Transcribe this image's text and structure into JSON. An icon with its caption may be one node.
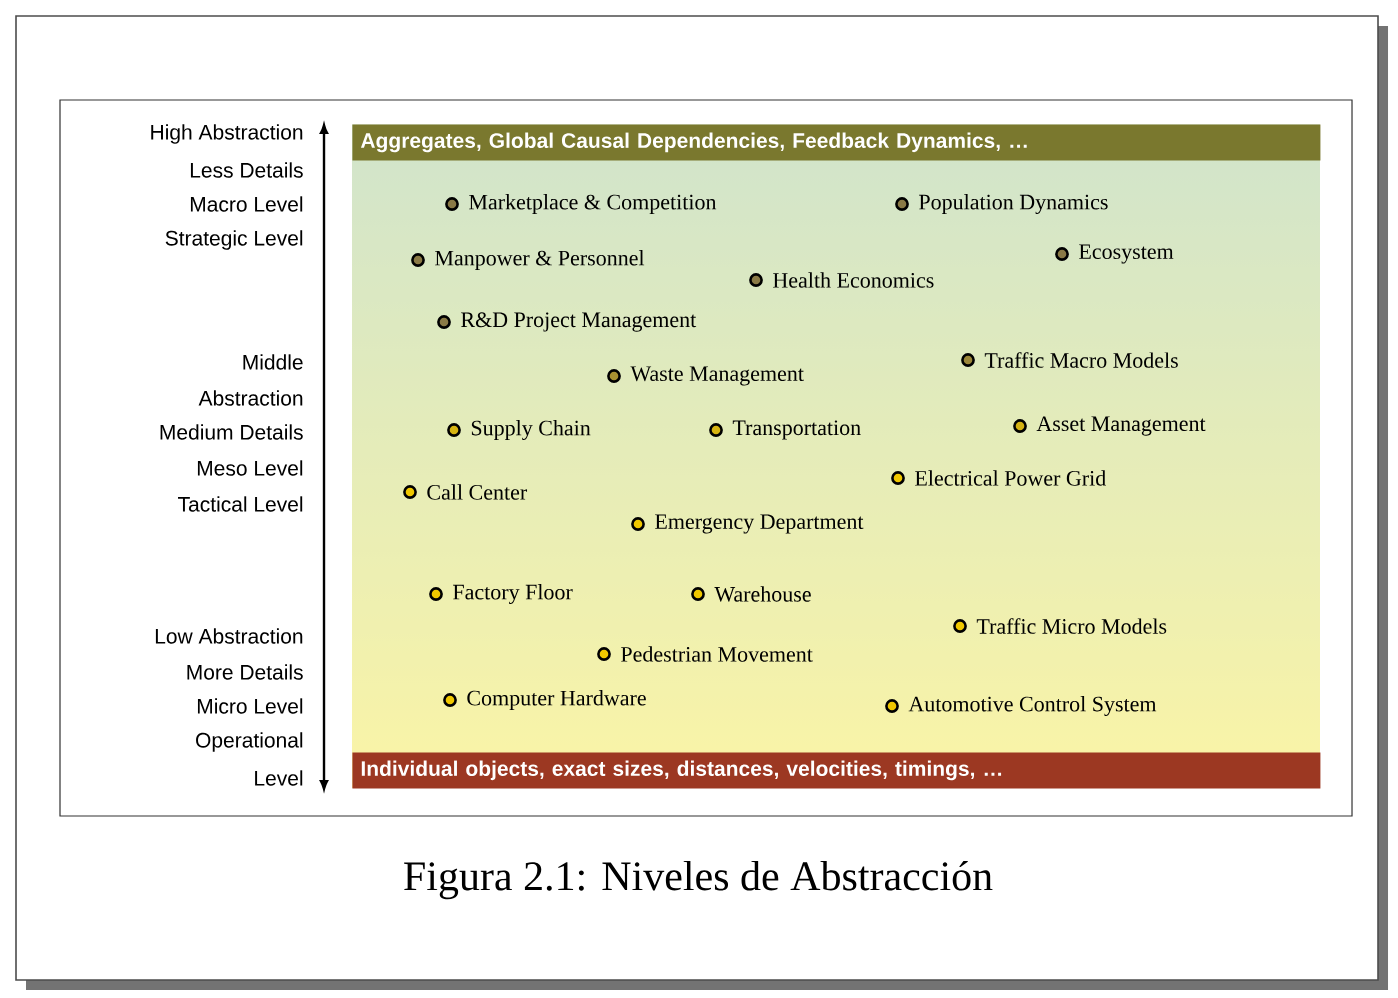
{
  "diagram": {
    "caption": "Figura 2.1: Niveles de Abstracción",
    "nodes": [
      {
        "text": [
          "Aggregates, Global Causal Dependencies, Feedback Dynamics, …"
        ]
      },
      {
        "text": [
          "Individual objects, exact sizes, distances, velocities, timings, …"
        ]
      }
    ],
    "labels": [
      "High Abstraction",
      "Less Details",
      "Macro Level",
      "Strategic Level",
      "Middle",
      "Abstraction",
      "Medium Details",
      "Meso Level",
      "Tactical Level",
      "Low Abstraction",
      "More Details",
      "Micro Level",
      "Operational",
      "Level",
      "Marketplace & Competition",
      "Population Dynamics",
      "Manpower & Personnel",
      "Ecosystem",
      "Health Economics",
      "R&D Project Management",
      "Traffic Macro Models",
      "Waste Management",
      "Supply Chain",
      "Transportation",
      "Asset Management",
      "Call Center",
      "Electrical Power Grid",
      "Emergency Department",
      "Factory Floor",
      "Warehouse",
      "Traffic Micro Models",
      "Pedestrian Movement",
      "Computer Hardware",
      "Automotive Control System"
    ]
  }
}
